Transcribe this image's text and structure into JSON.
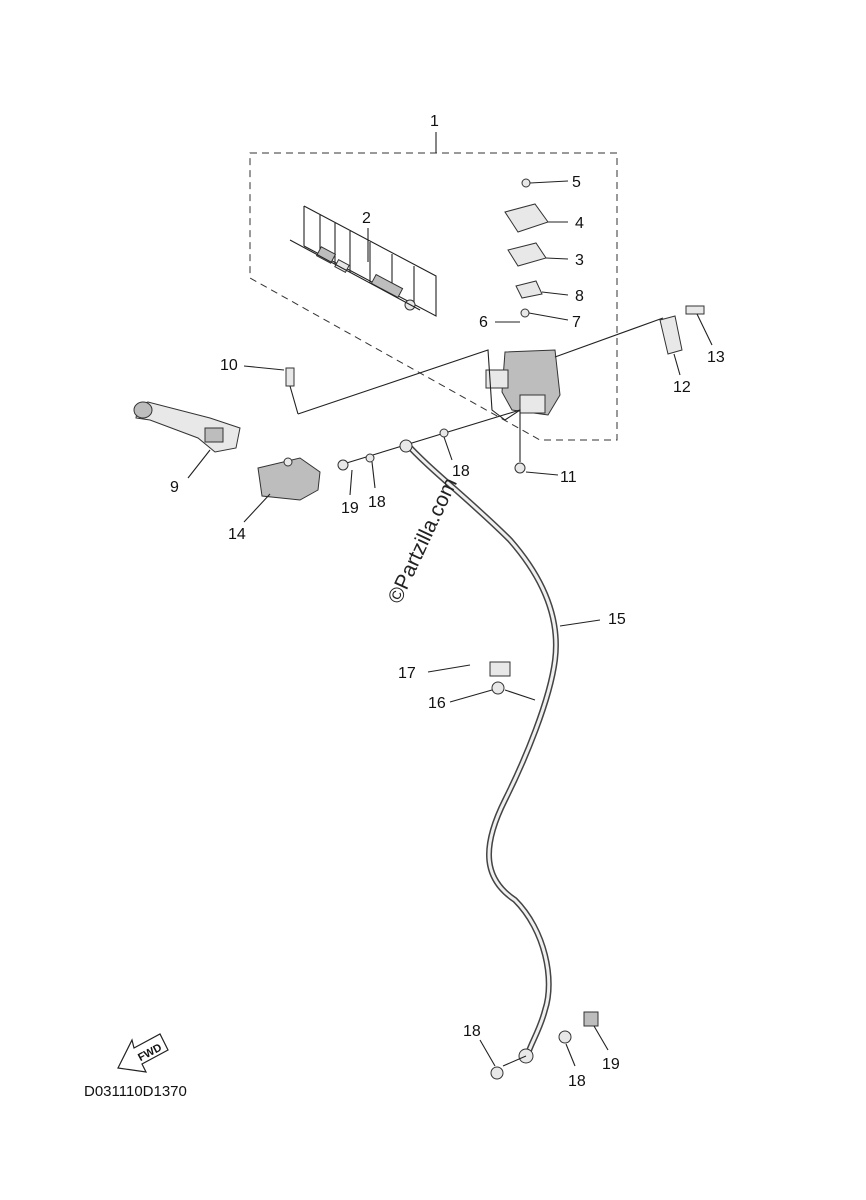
{
  "diagram": {
    "code": "D031110D1370",
    "watermark": "©Partzilla.com",
    "forward_label": "FWD",
    "callouts": {
      "c1": "1",
      "c2": "2",
      "c3": "3",
      "c4": "4",
      "c5": "5",
      "c6": "6",
      "c7": "7",
      "c8": "8",
      "c9": "9",
      "c10": "10",
      "c11": "11",
      "c12": "12",
      "c13": "13",
      "c14": "14",
      "c15": "15",
      "c16": "16",
      "c17": "17",
      "c18a": "18",
      "c18b": "18",
      "c18c": "18",
      "c18d": "18",
      "c19a": "19",
      "c19b": "19"
    }
  }
}
